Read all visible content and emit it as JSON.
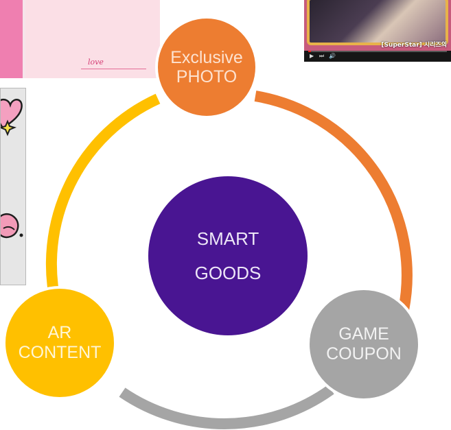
{
  "thumbnails": {
    "card": {
      "signature": "love"
    },
    "video": {
      "caption": "[SuperStar] 시리즈의",
      "progress": 0.02
    }
  },
  "diagram": {
    "center": {
      "line1": "SMART",
      "line2": "GOODS",
      "color": "#491592"
    },
    "nodes": [
      {
        "id": "photo",
        "line1": "Exclusive",
        "line2": "PHOTO",
        "color": "#ed7d31"
      },
      {
        "id": "coupon",
        "line1": "GAME",
        "line2": "COUPON",
        "color": "#a5a5a5"
      },
      {
        "id": "ar",
        "line1": "AR",
        "line2": "CONTENT",
        "color": "#ffc000"
      }
    ],
    "ring_colors": [
      "#ffc000",
      "#ed7d31",
      "#a5a5a5"
    ]
  }
}
